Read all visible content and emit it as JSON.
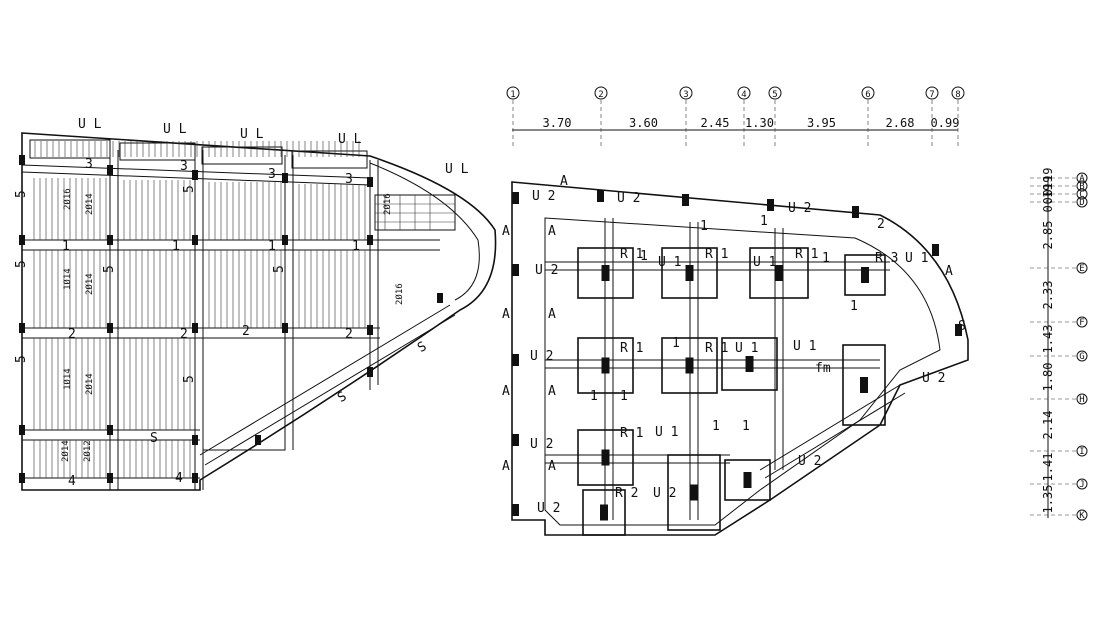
{
  "grid_axes": {
    "bubbles": [
      "1",
      "2",
      "3",
      "4",
      "5",
      "6",
      "7",
      "8"
    ],
    "spacings": [
      "3.70",
      "3.60",
      "2.45",
      "1.30",
      "3.95",
      "2.68",
      "0.99"
    ]
  },
  "row_axes": {
    "bubbles": [
      "A",
      "B",
      "C",
      "D",
      "E",
      "F",
      "G",
      "H",
      "I",
      "J",
      "K"
    ],
    "spacings": [
      "0.19",
      "0.19",
      "0.19",
      "2.85",
      "2.33",
      "1.43",
      "1.80",
      "2.14",
      "1.41",
      "1.35"
    ]
  },
  "left_plan": {
    "top_labels": [
      "U L",
      "U L",
      "U L",
      "U L",
      "U L"
    ],
    "beam_labels": [
      "1",
      "1",
      "1",
      "1",
      "2",
      "2",
      "2",
      "2",
      "3",
      "3",
      "3",
      "3",
      "4",
      "4",
      "5",
      "5",
      "5",
      "5",
      "5",
      "5",
      "5",
      "S",
      "S",
      "S"
    ],
    "rebar_labels": [
      "2Ø16",
      "2Ø14",
      "1Ø14",
      "2Ø14",
      "2Ø16",
      "2Ø16",
      "1Ø14",
      "2Ø14",
      "2Ø14",
      "2Ø12"
    ]
  },
  "right_plan": {
    "labels": [
      "U 2",
      "U 2",
      "U 2",
      "U 2",
      "U 2",
      "U 2",
      "U 2",
      "U 2",
      "U 2",
      "U 2",
      "U 1",
      "U 1",
      "U 1",
      "U 1",
      "U 1",
      "U 1",
      "R 1",
      "R 1",
      "R 1",
      "R 1",
      "R 1",
      "R 1",
      "R 2",
      "R 3",
      "A",
      "A",
      "A",
      "A",
      "A",
      "A",
      "A",
      "A",
      "A",
      "A",
      "1",
      "1",
      "1",
      "1",
      "1",
      "1",
      "1",
      "1",
      "1",
      "1",
      "2",
      "S",
      "fm"
    ]
  }
}
